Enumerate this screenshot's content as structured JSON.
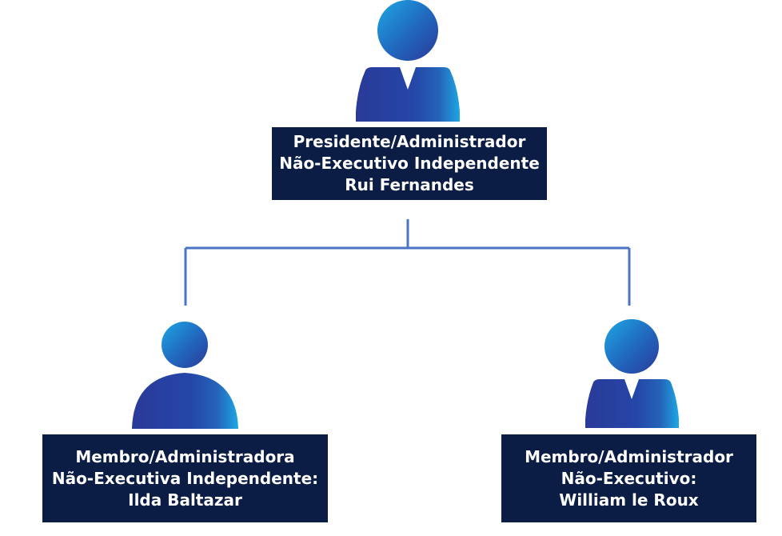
{
  "colors": {
    "box_background": "#0b1d45",
    "box_text": "#ffffff",
    "connector": "#4a74c4",
    "icon_gradient_start": "#1b9fdd",
    "icon_gradient_mid": "#2563b8",
    "icon_gradient_end": "#2a3b9b"
  },
  "nodes": {
    "top": {
      "icon": "person-male-icon",
      "line1": "Presidente/Administrador",
      "line2": "Não-Executivo Independente",
      "line3": "Rui Fernandes"
    },
    "left": {
      "icon": "person-female-icon",
      "line1": "Membro/Administradora",
      "line2": "Não-Executiva Independente:",
      "line3": "Ilda Baltazar"
    },
    "right": {
      "icon": "person-male-icon",
      "line1": "Membro/Administrador",
      "line2": "Não-Executivo:",
      "line3": "William le Roux"
    }
  }
}
